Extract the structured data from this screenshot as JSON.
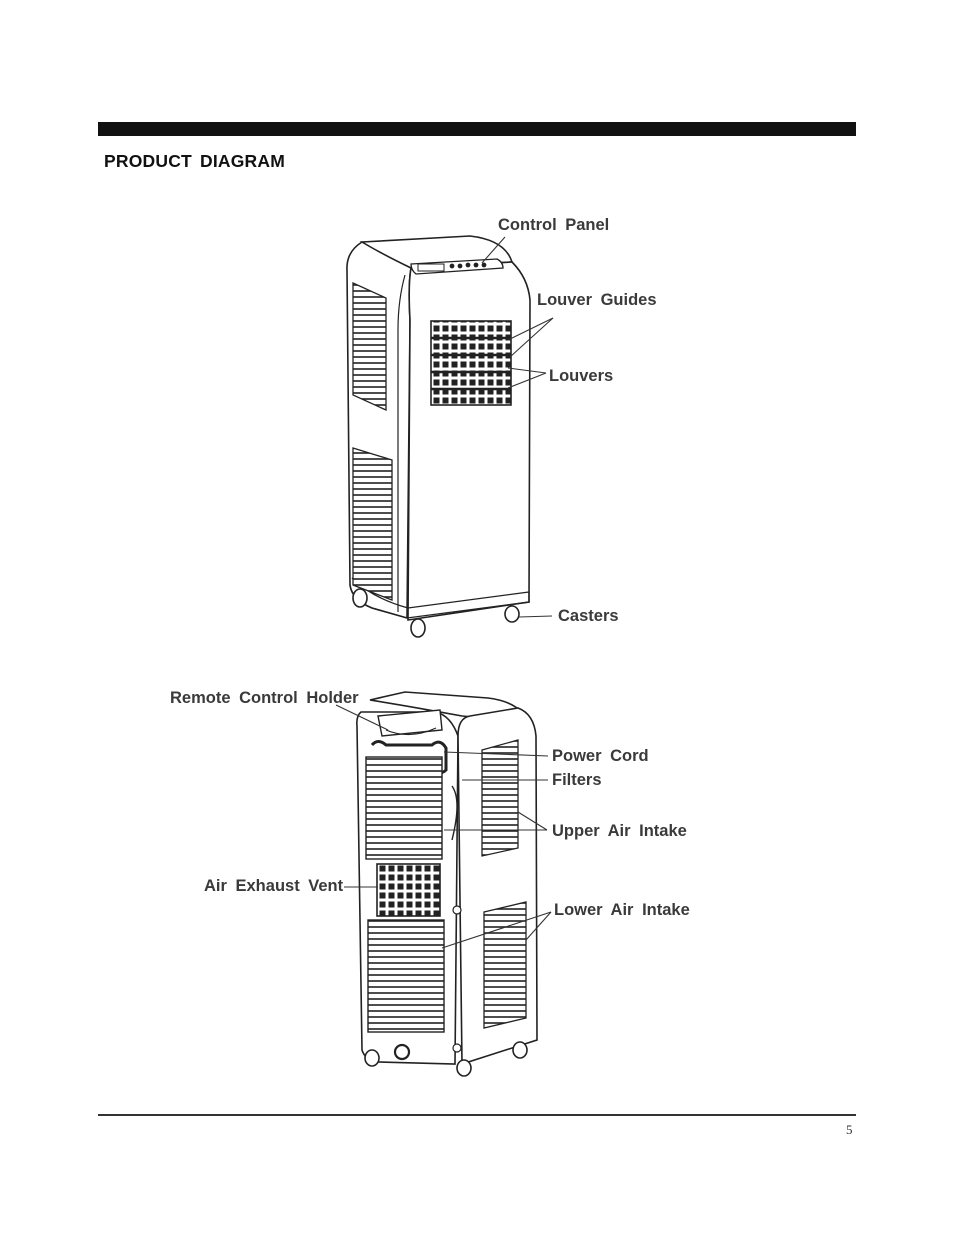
{
  "header": {
    "title": "PRODUCT DIAGRAM"
  },
  "front_view": {
    "labels": {
      "control_panel": "Control Panel",
      "louver_guides": "Louver Guides",
      "louvers": "Louvers",
      "casters": "Casters"
    }
  },
  "rear_view": {
    "labels": {
      "remote_control_holder": "Remote Control Holder",
      "power_cord": "Power Cord",
      "filters": "Filters",
      "upper_air_intake": "Upper Air Intake",
      "air_exhaust_vent": "Air Exhaust Vent",
      "lower_air_intake": "Lower Air Intake"
    }
  },
  "footer": {
    "page_number": "5"
  }
}
